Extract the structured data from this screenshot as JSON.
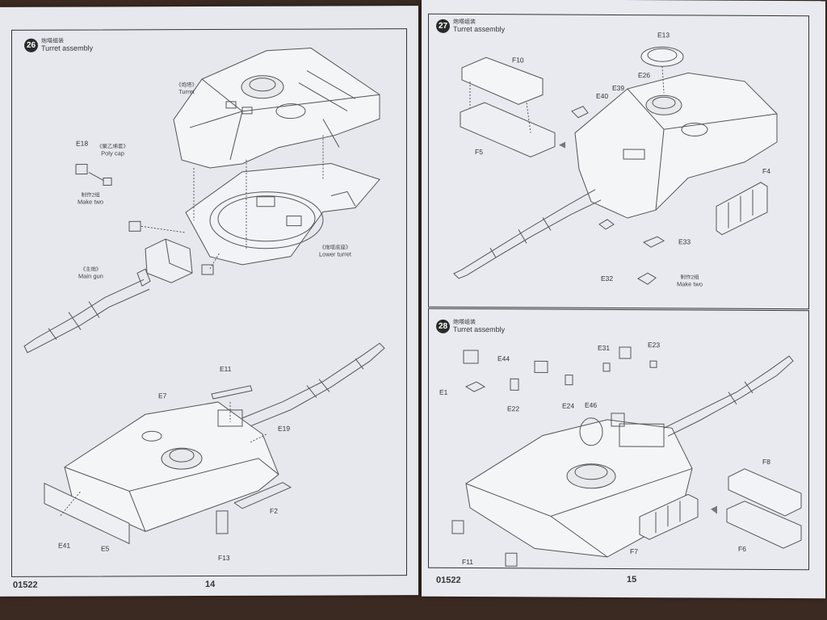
{
  "left_page": {
    "step26": {
      "number": "26",
      "title_cn": "炮塔组装",
      "title_en": "Turret assembly",
      "labels": {
        "turret_cn": "《炮塔》",
        "turret_en": "Turret",
        "polycap_part": "E18",
        "polycap_cn": "《聚乙烯套》",
        "polycap_en": "Poly cap",
        "make_two_cn": "制作2组",
        "make_two_en": "Make two",
        "main_gun_cn": "《主炮》",
        "main_gun_en": "Main gun",
        "lower_turret_cn": "《炮塔底座》",
        "lower_turret_en": "Lower turret",
        "e11": "E11",
        "e7": "E7",
        "e19": "E19",
        "f2": "F2",
        "f13": "F13",
        "e41": "E41",
        "e5": "E5"
      }
    },
    "page_code": "01522",
    "page_number": "14"
  },
  "right_page": {
    "step27": {
      "number": "27",
      "title_cn": "炮塔组装",
      "title_en": "Turret assembly",
      "labels": {
        "f10": "F10",
        "f5": "F5",
        "e13": "E13",
        "e26": "E26",
        "e39": "E39",
        "e40": "E40",
        "f4": "F4",
        "e33": "E33",
        "e32": "E32",
        "make_two_cn": "制作2组",
        "make_two_en": "Make two"
      }
    },
    "step28": {
      "number": "28",
      "title_cn": "炮塔组装",
      "title_en": "Turret assembly",
      "labels": {
        "e44": "E44",
        "e1": "E1",
        "e22": "E22",
        "e24": "E24",
        "e31": "E31",
        "e23": "E23",
        "e46": "E46",
        "f8": "F8",
        "f6": "F6",
        "f11": "F11",
        "f7": "F7"
      }
    },
    "page_code": "01522",
    "page_number": "15"
  }
}
